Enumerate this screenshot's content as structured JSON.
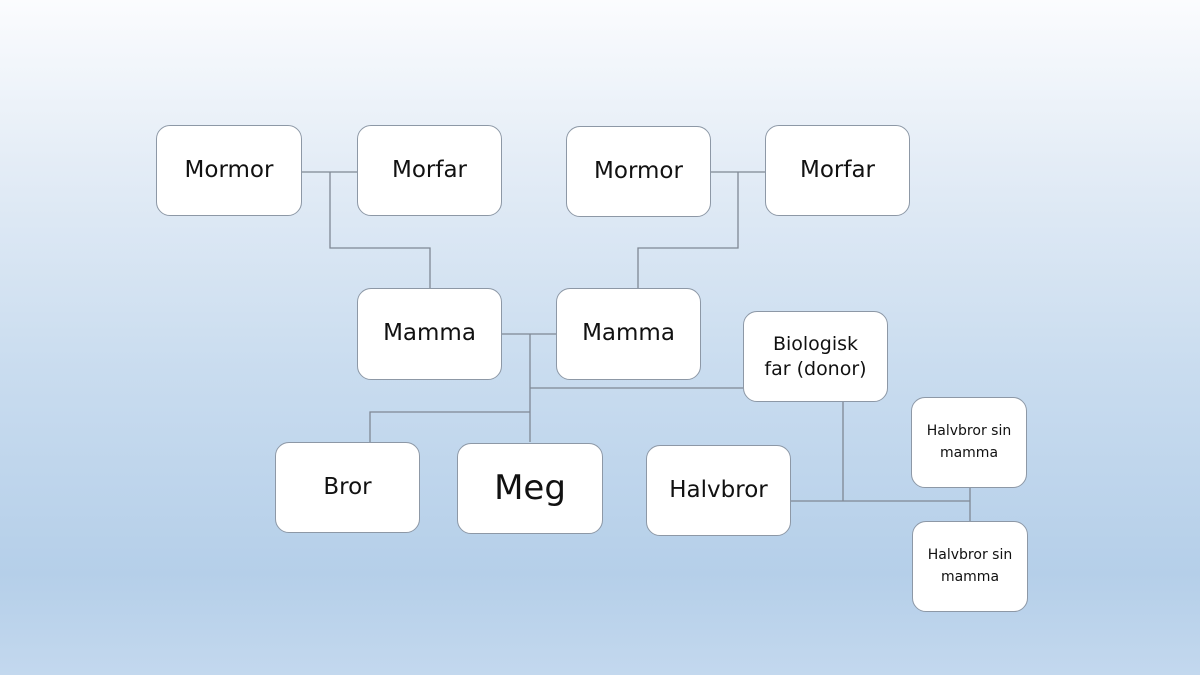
{
  "nodes": {
    "mormor_left": "Mormor",
    "morfar_left": "Morfar",
    "mormor_right": "Mormor",
    "morfar_right": "Morfar",
    "mamma_left": "Mamma",
    "mamma_right": "Mamma",
    "biologisk_far": "Biologisk far (donor)",
    "bror": "Bror",
    "meg": "Meg",
    "halvbror": "Halvbror",
    "halvbror_mamma_1": "Halvbror sin mamma",
    "halvbror_mamma_2": "Halvbror sin mamma"
  },
  "colors": {
    "line": "#7f8894",
    "box_border": "#8d98a6"
  }
}
